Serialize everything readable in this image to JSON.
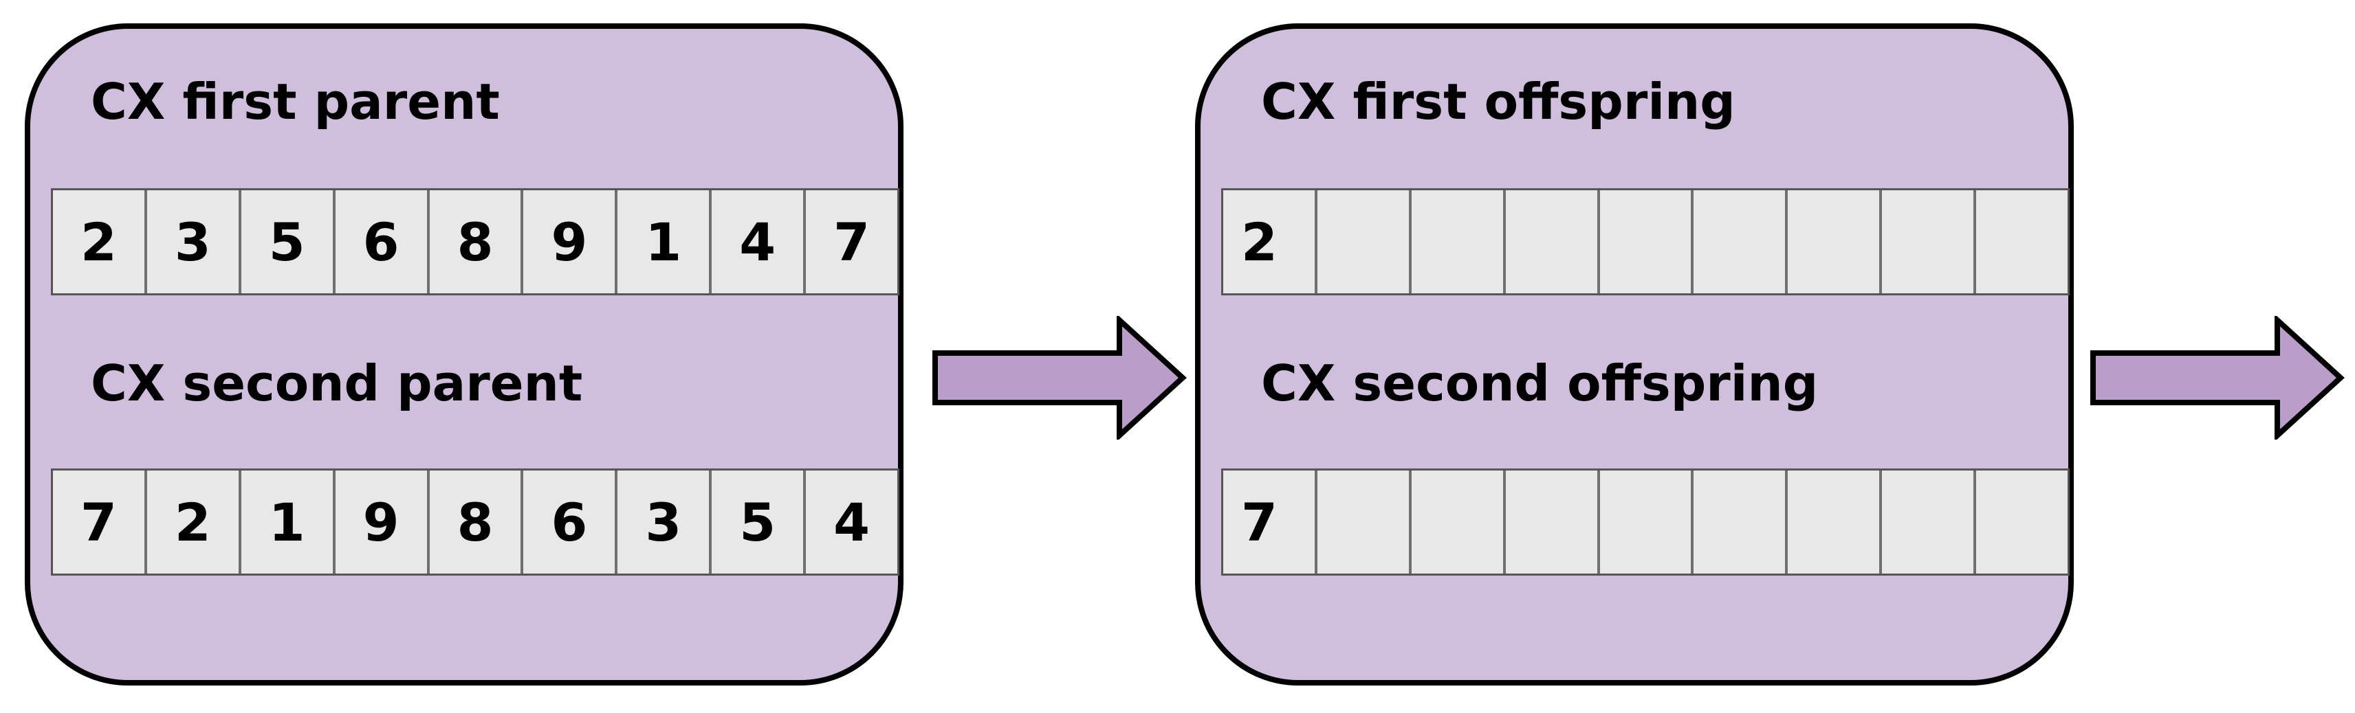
{
  "colors": {
    "panel_fill": "#cfbfdc",
    "panel_border": "#000000",
    "cell_fill": "#e8e8e8",
    "arrow_fill": "#b99ec9"
  },
  "left_panel": {
    "first_label": "CX first parent",
    "first_values": [
      "2",
      "3",
      "5",
      "6",
      "8",
      "9",
      "1",
      "4",
      "7"
    ],
    "second_label": "CX second parent",
    "second_values": [
      "7",
      "2",
      "1",
      "9",
      "8",
      "6",
      "3",
      "5",
      "4"
    ]
  },
  "right_panel": {
    "first_label": "CX first offspring",
    "first_values": [
      "2",
      "",
      "",
      "",
      "",
      "",
      "",
      "",
      ""
    ],
    "second_label": "CX second offspring",
    "second_values": [
      "7",
      "",
      "",
      "",
      "",
      "",
      "",
      "",
      ""
    ]
  },
  "arrows": [
    "right-arrow-icon",
    "right-arrow-icon"
  ]
}
